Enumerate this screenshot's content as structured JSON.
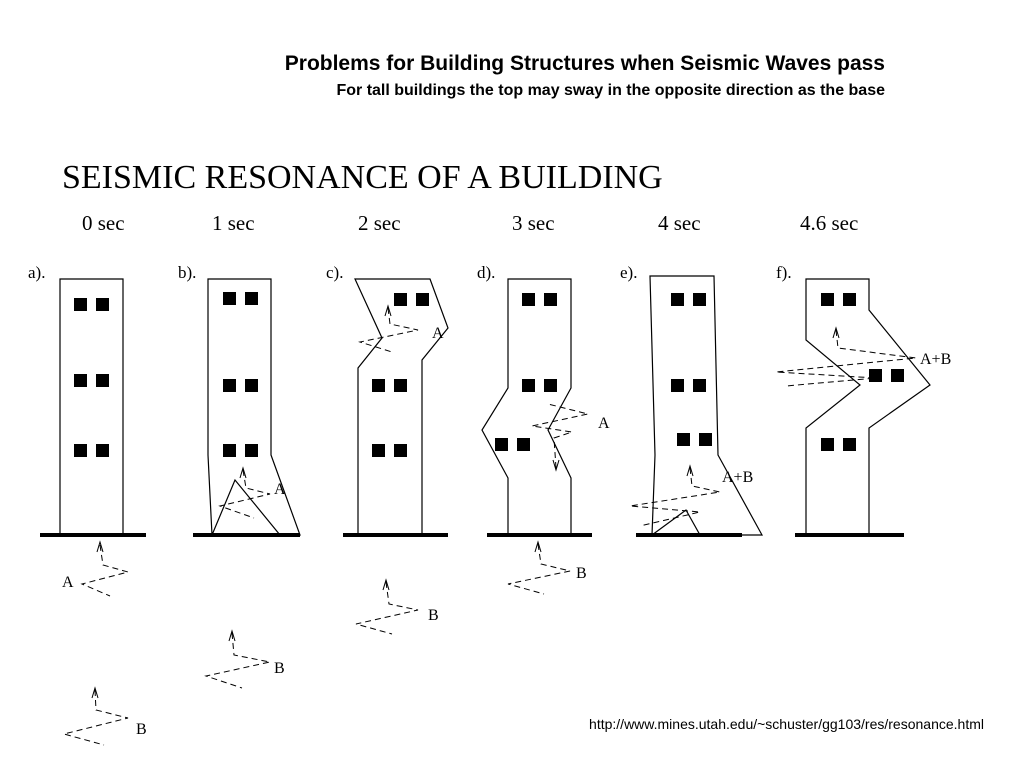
{
  "slide": {
    "title": "Problems for Building Structures when Seismic Waves pass",
    "subtitle": "For tall buildings the top may sway in the opposite direction as the base"
  },
  "diagram": {
    "heading": "SEISMIC RESONANCE OF A BUILDING",
    "panels": [
      {
        "label": "a).",
        "time": "0 sec"
      },
      {
        "label": "b).",
        "time": "1 sec"
      },
      {
        "label": "c).",
        "time": "2 sec"
      },
      {
        "label": "d).",
        "time": "3 sec"
      },
      {
        "label": "e).",
        "time": "4 sec"
      },
      {
        "label": "f).",
        "time": "4.6 sec"
      }
    ],
    "wave_labels": {
      "a": "A",
      "b": "B",
      "ab": "A+B"
    }
  },
  "source_url": "http://www.mines.utah.edu/~schuster/gg103/res/resonance.html"
}
